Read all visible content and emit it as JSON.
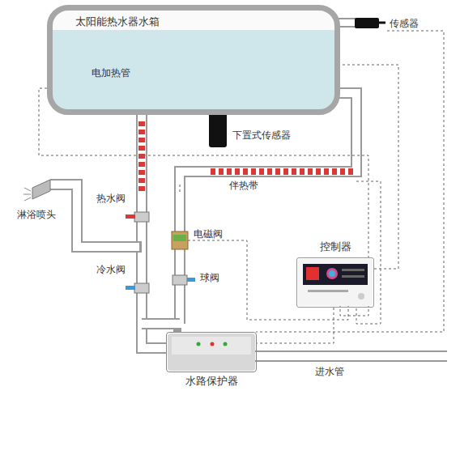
{
  "diagram": {
    "nodes": [
      {
        "text": [
          "太阳能热水器水箱"
        ]
      },
      {
        "text": [
          "控制器"
        ]
      },
      {
        "text": [
          "水路保护器"
        ]
      }
    ],
    "edges": [
      {
        "from": 0,
        "to": 2,
        "arrow": "none"
      },
      {
        "from": 1,
        "to": 0,
        "arrow": "none"
      },
      {
        "from": 1,
        "to": 2,
        "arrow": "none"
      }
    ],
    "labels": [
      "传感器",
      "电加热管",
      "下置式传感器",
      "伴热带",
      "淋浴喷头",
      "热水阀",
      "电磁阀",
      "冷水阀",
      "球阀",
      "进水管"
    ]
  }
}
